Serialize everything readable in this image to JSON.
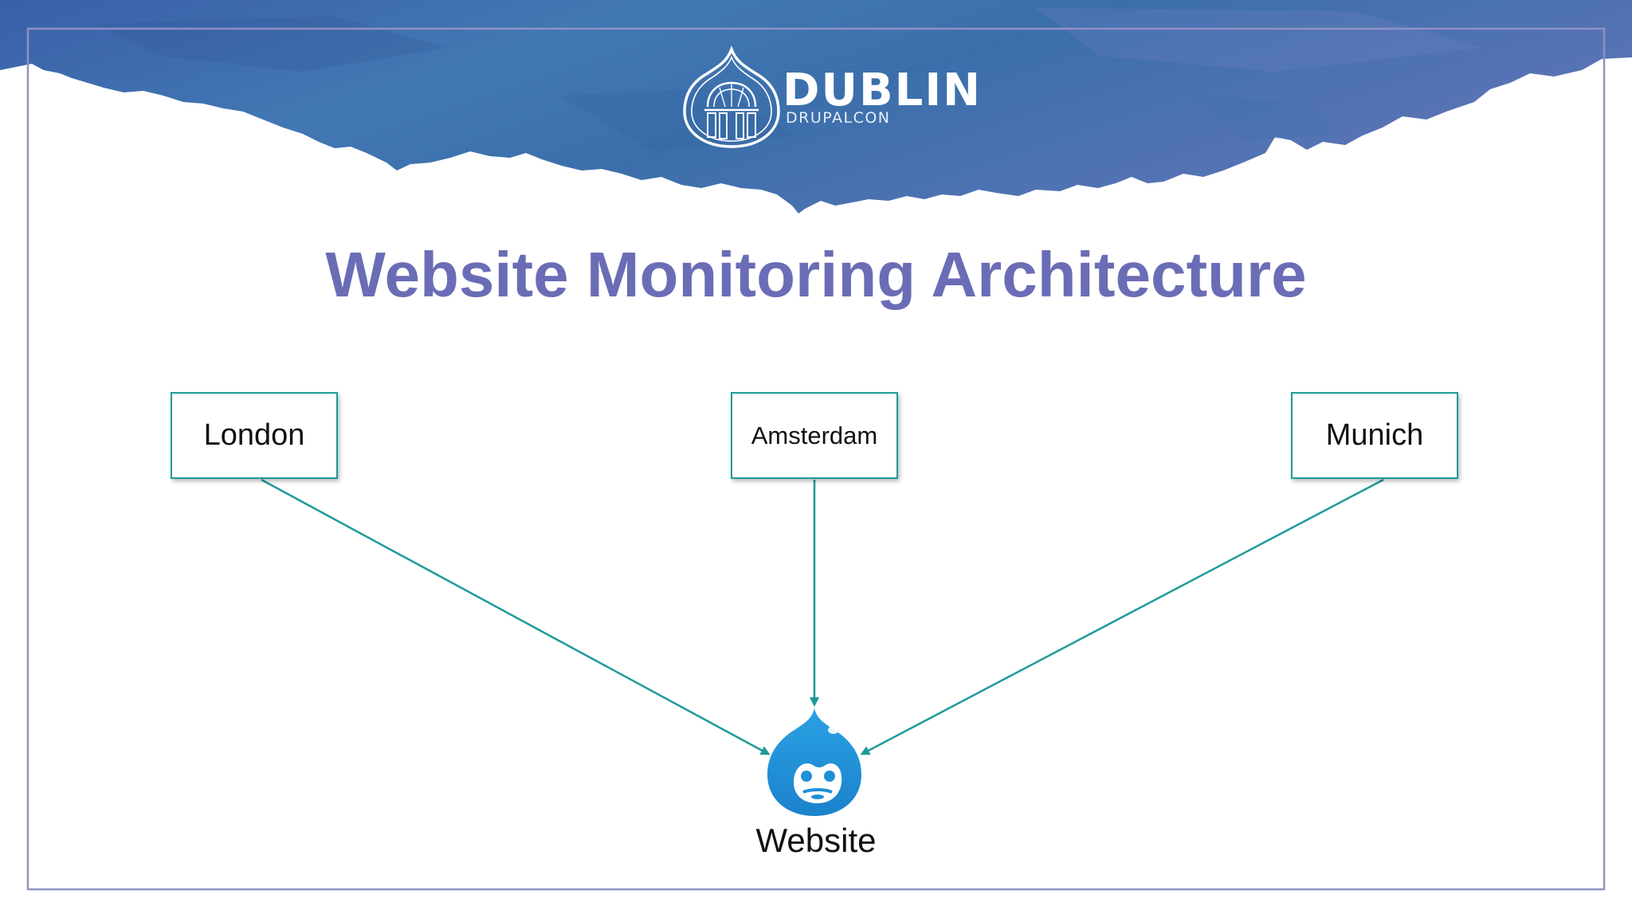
{
  "slide": {
    "logo": {
      "name": "DUBLIN",
      "subtitle": "DRUPALCON"
    },
    "title": "Website Monitoring Architecture"
  },
  "diagram": {
    "nodes": [
      {
        "id": "london",
        "label": "London"
      },
      {
        "id": "amsterdam",
        "label": "Amsterdam"
      },
      {
        "id": "munich",
        "label": "Munich"
      }
    ],
    "target": {
      "label": "Website",
      "icon": "drupal-drop-icon"
    },
    "edges": [
      {
        "from": "London",
        "to": "Website"
      },
      {
        "from": "Amsterdam",
        "to": "Website"
      },
      {
        "from": "Munich",
        "to": "Website"
      }
    ]
  },
  "colors": {
    "title": "#6a6db5",
    "connector": "#1f9a9a",
    "frame": "#8f91c4",
    "banner": "#3f70a9",
    "drupal_blue": "#1f8fd6"
  }
}
